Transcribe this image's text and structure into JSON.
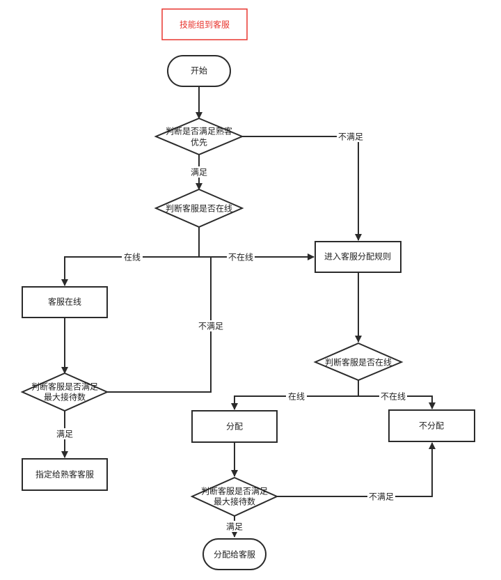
{
  "title": "技能组到客服",
  "colors": {
    "title_border": "#e8352e",
    "title_text": "#e8352e",
    "stroke": "#2b2b2b"
  },
  "nodes": {
    "start": "开始",
    "check_familiar": [
      "判断是否满足熟客",
      "优先"
    ],
    "check_online_1": "判断客服是否在线",
    "enter_rules": "进入客服分配规则",
    "agent_online": "客服在线",
    "check_online_2": "判断客服是否在线",
    "check_max_1": [
      "判断客服是否满足",
      "最大接待数"
    ],
    "assign": "分配",
    "no_assign": "不分配",
    "assign_familiar": "指定给熟客客服",
    "check_max_2": [
      "判断客服是否满足",
      "最大接待数"
    ],
    "assign_agent": "分配给客服"
  },
  "edge_labels": {
    "not_satisfied_1": "不满足",
    "satisfied_1": "满足",
    "online_1": "在线",
    "offline_1": "不在线",
    "not_satisfied_2": "不满足",
    "online_2": "在线",
    "offline_2": "不在线",
    "satisfied_2": "满足",
    "not_satisfied_3": "不满足",
    "satisfied_3": "满足"
  }
}
